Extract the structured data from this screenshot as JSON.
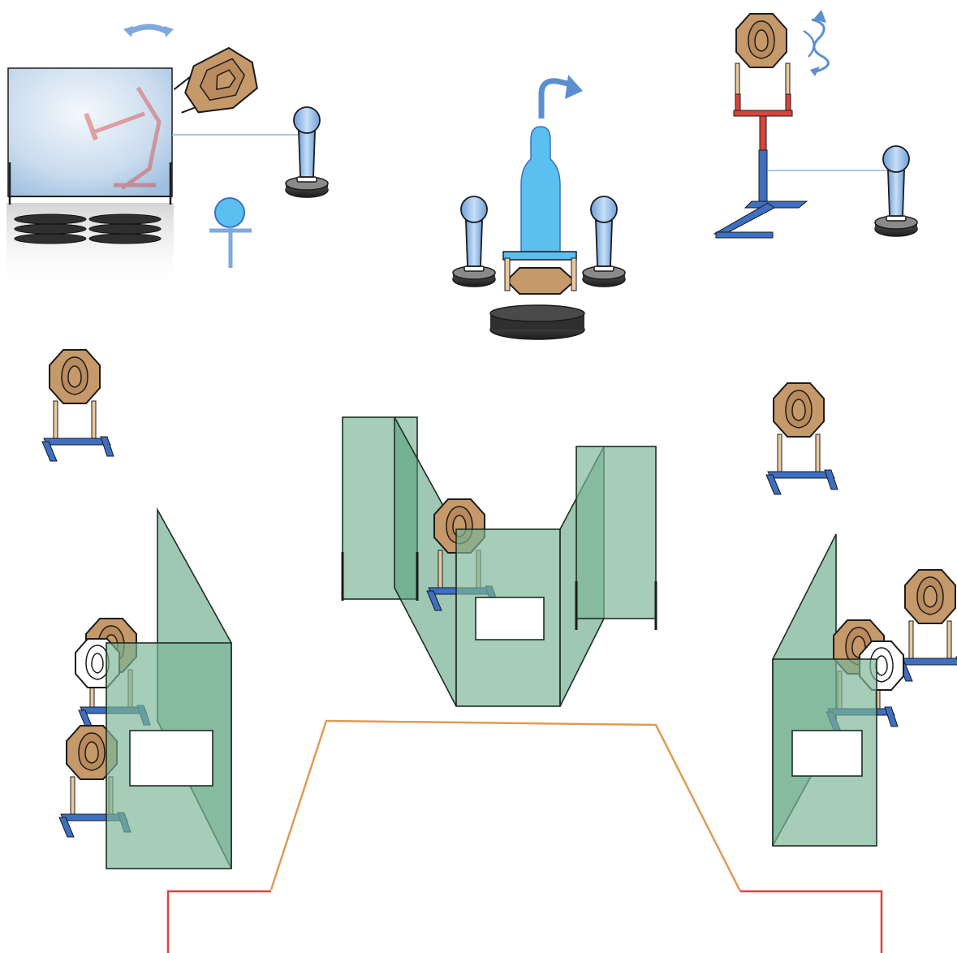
{
  "diagram": {
    "kind": "shooting-stage-layout",
    "colors": {
      "background": "#ffffff",
      "steel_target_fill": "#c5996a",
      "steel_target_inner": "#b98a5c",
      "no_shoot_fill": "#ffffff",
      "popper_fill": "#9cc6ef",
      "mini_popper_fill": "#5bc0f0",
      "base_fill": "#2f2f2f",
      "stand_blue": "#3d6fc2",
      "stand_tan": "#e8c9a3",
      "activator_red": "#d8443c",
      "wall_fill": "#7bb596",
      "fault_line_orange": "#e29a52",
      "fault_line_red": "#d8443c",
      "arrow_blue": "#5b8fd0"
    },
    "props": [
      {
        "type": "swinger-activator-panel",
        "icon": "swinger-panel-icon"
      },
      {
        "type": "metal-plate-on-arm",
        "icon": "octagon-plate-icon"
      },
      {
        "type": "popper",
        "icon": "popper-icon"
      },
      {
        "type": "mini-popper-activator",
        "icon": "mini-popper-icon"
      },
      {
        "type": "drop-turner-target",
        "icon": "drop-turner-icon"
      },
      {
        "type": "swing-target-on-stand",
        "icon": "swing-target-icon"
      },
      {
        "type": "steel-target-on-stand",
        "icon": "steel-target-icon"
      },
      {
        "type": "no-shoot-target",
        "icon": "no-shoot-icon"
      },
      {
        "type": "barricade-wall-with-port",
        "icon": "barricade-icon"
      },
      {
        "type": "fault-line",
        "icon": "fault-line-icon"
      }
    ]
  }
}
